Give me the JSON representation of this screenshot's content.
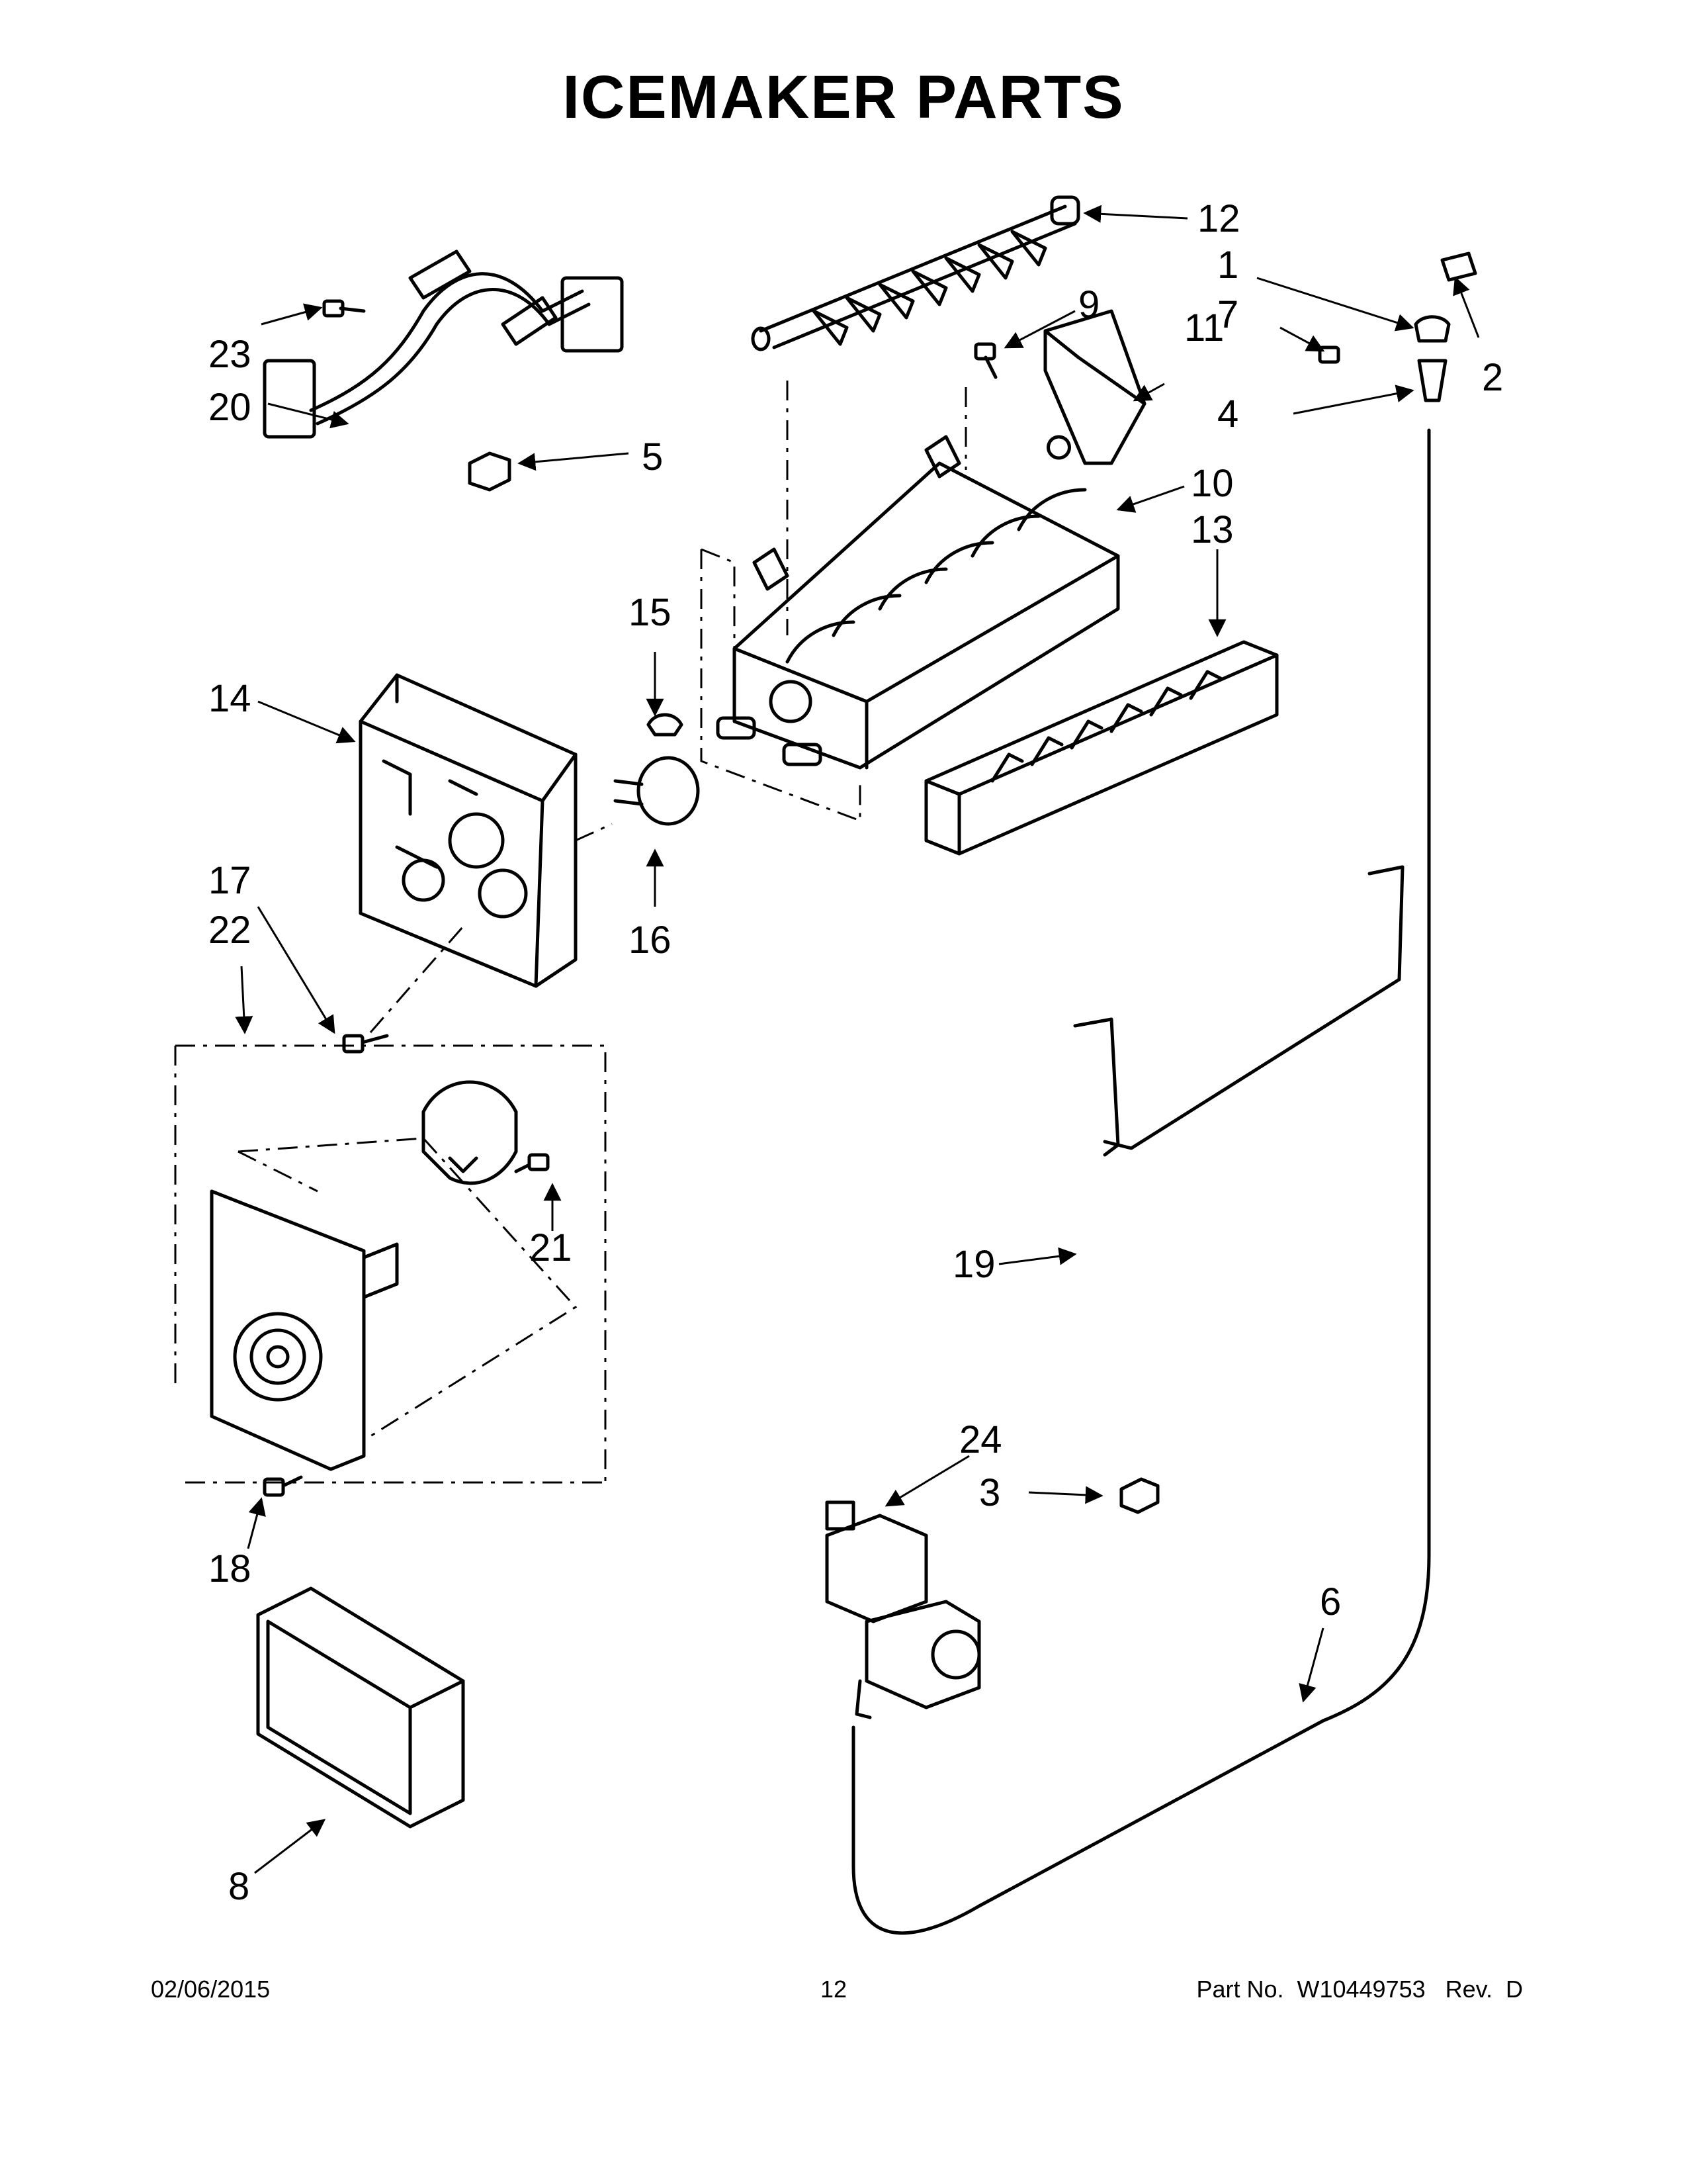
{
  "title": "ICEMAKER PARTS",
  "callouts": {
    "c1": "1",
    "c2": "2",
    "c3": "3",
    "c4": "4",
    "c5": "5",
    "c6": "6",
    "c7": "7",
    "c8": "8",
    "c9": "9",
    "c10": "10",
    "c11": "11",
    "c12": "12",
    "c13": "13",
    "c14": "14",
    "c15": "15",
    "c16": "16",
    "c17": "17",
    "c18": "18",
    "c19": "19",
    "c20": "20",
    "c21": "21",
    "c22": "22",
    "c23": "23",
    "c24": "24"
  },
  "footer": {
    "date": "02/06/2015",
    "page": "12",
    "part": "Part No.  W10449753   Rev.  D"
  }
}
